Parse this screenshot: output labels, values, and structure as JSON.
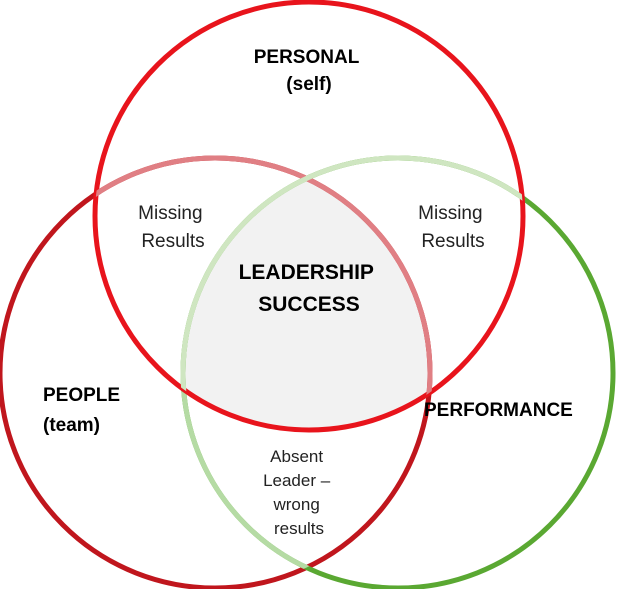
{
  "circles": {
    "personal": {
      "title": "PERSONAL",
      "subtitle": "(self)",
      "color": "#e8141c"
    },
    "people": {
      "title": "PEOPLE",
      "subtitle": "(team)",
      "color": "#c0161d"
    },
    "performance": {
      "title": "PERFORMANCE",
      "color": "#5aa832"
    }
  },
  "overlaps": {
    "personal_people": [
      "Missing",
      "Results"
    ],
    "personal_performance": [
      "Missing",
      "Results"
    ],
    "people_performance": [
      "Absent",
      "Leader –",
      "wrong",
      "results"
    ],
    "center": [
      "LEADERSHIP",
      "SUCCESS"
    ]
  },
  "colors": {
    "center_fill": "#f2f2f2",
    "personal_people_arc": "#e07f84",
    "performance_inside_personal_arc": "#cfe6c1",
    "performance_inside_people_arc": "#b5dba4"
  }
}
